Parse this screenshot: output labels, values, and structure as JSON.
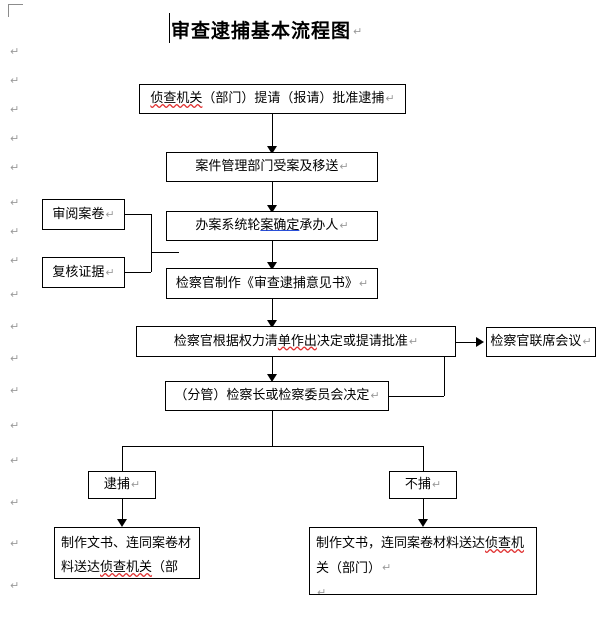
{
  "document": {
    "title": "审查逮捕基本流程图",
    "paragraph_mark": "↵",
    "margin_marks_count": 16
  },
  "nodes": {
    "n1": {
      "text": "侦查机关（部门）提请（报请）批准逮捕",
      "mark": "↵"
    },
    "n2": {
      "text": "案件管理部门受案及移送",
      "mark": "↵"
    },
    "n3": {
      "text": "办案系统轮案确定承办人",
      "mark": "↵"
    },
    "n4": {
      "text": "检察官制作《审查逮捕意见书》",
      "mark": "↵"
    },
    "n5": {
      "text": "检察官根据权力清单作出决定或提请批准",
      "mark": "↵"
    },
    "n6": {
      "text": "（分管）检察长或检察委员会决定",
      "mark": "↵"
    },
    "side1": {
      "text": "审阅案卷",
      "mark": "↵"
    },
    "side2": {
      "text": "复核证据",
      "mark": "↵"
    },
    "meeting": {
      "text": "检察官联席会议",
      "mark": "↵"
    },
    "branch_left": {
      "text": "逮捕",
      "mark": "↵"
    },
    "branch_right": {
      "text": "不捕",
      "mark": "↵"
    },
    "out_left": {
      "text": "制作文书、连同案卷材料送达侦查机关（部",
      "mark": ""
    },
    "out_right": {
      "text": "制作文书，连同案卷材料送达侦查机关（部门）",
      "mark": "↵",
      "mark2": "↵"
    }
  },
  "segments": {
    "n1_a": "侦查机关",
    "n1_b": "（部门）提请（报请）批准逮捕",
    "n3_a": "办案系统轮",
    "n3_b": "案确定",
    "n3_c": "承办人",
    "n5_a": "检察官根据权力清",
    "n5_b": "单作出",
    "n5_c": "决定或提请批准",
    "outl_line1": "制作文书、连同案卷材",
    "outl_line2a": "料送达",
    "outl_line2b": "侦查机关",
    "outl_line2c": "（部",
    "outr_line1a": "制作文书，连同案卷材料送达",
    "outr_line1b": "侦查机",
    "outr_line2": "关（部门）"
  },
  "colors": {
    "line": "#000000",
    "box_border": "#000000",
    "spellcheck_squiggle": "#e03030",
    "grammar_underline": "#2a4fd8",
    "paragraph_mark": "#9a9a9a",
    "background": "#ffffff"
  }
}
